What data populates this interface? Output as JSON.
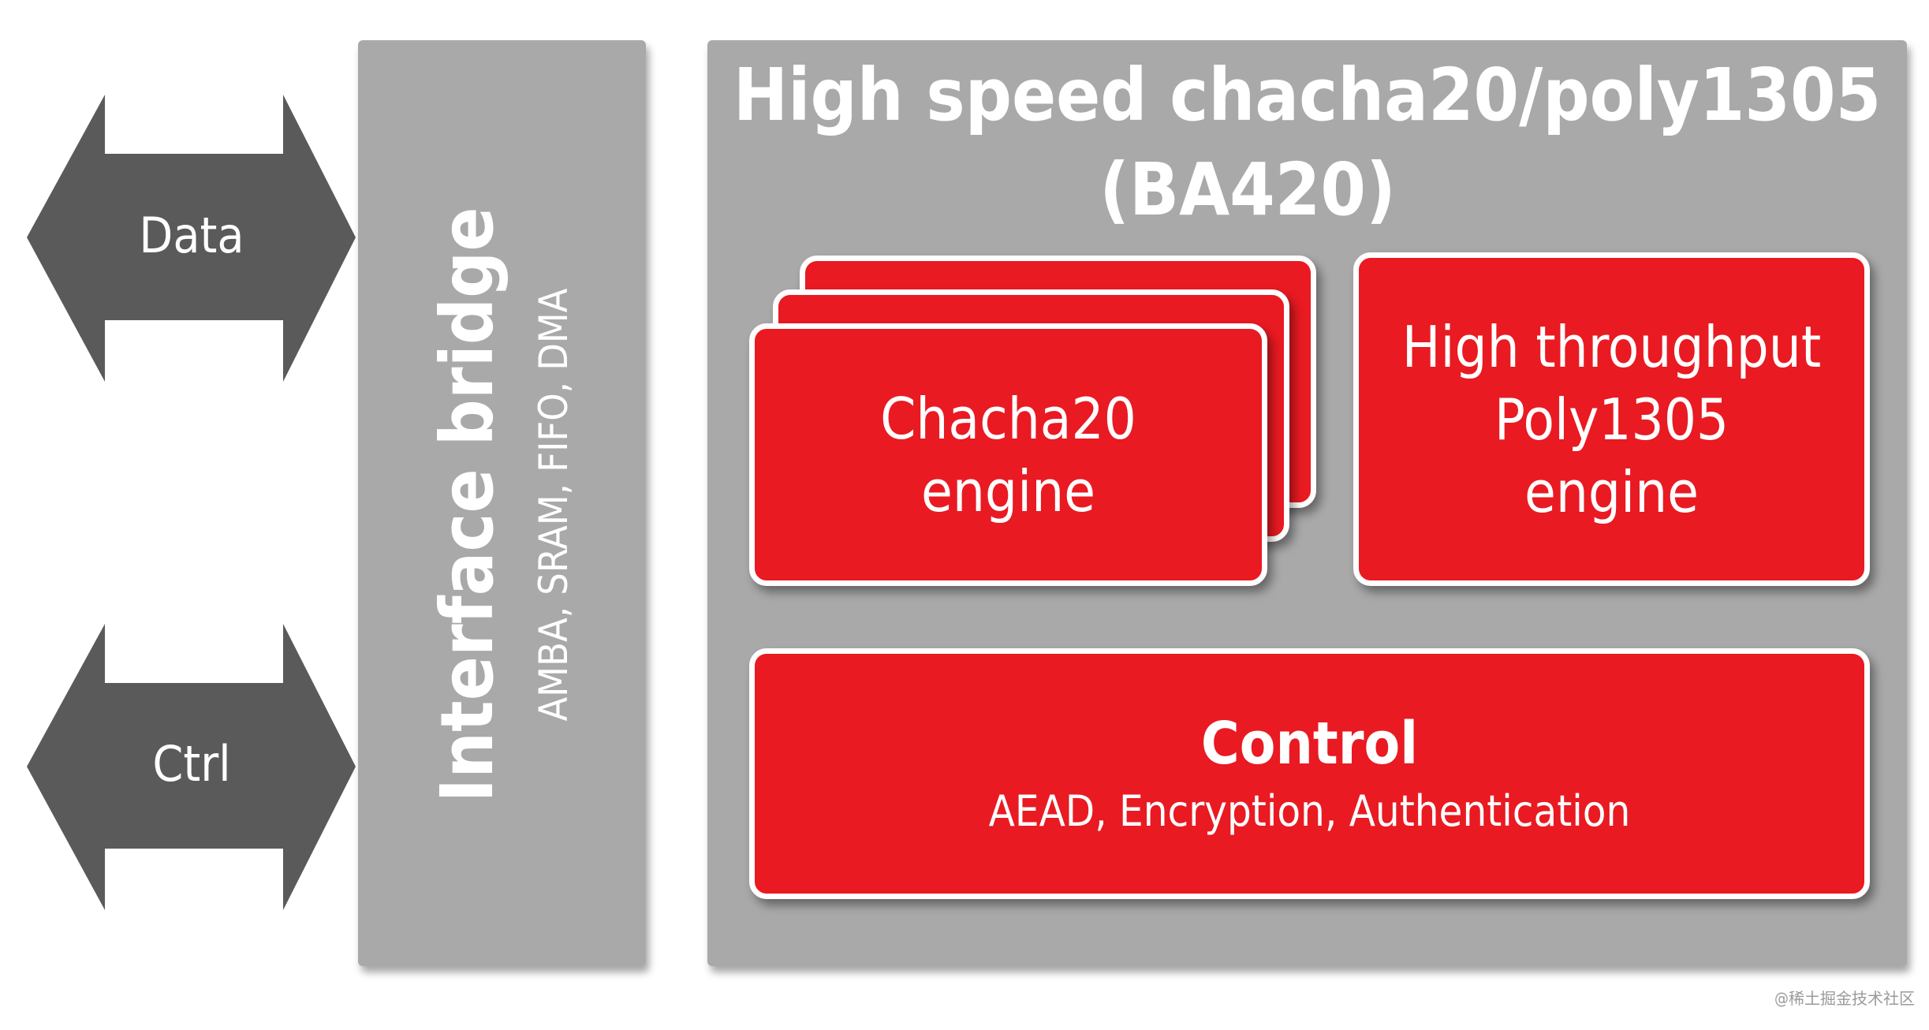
{
  "arrows": {
    "data_label": "Data",
    "ctrl_label": "Ctrl",
    "color": "#5a5a5a"
  },
  "interface_bridge": {
    "title": "Interface bridge",
    "subtitle": "AMBA, SRAM, FIFO, DMA"
  },
  "main": {
    "title_line1": "High speed chacha20/poly1305",
    "title_line2": "(BA420)",
    "chacha": {
      "line1": "Chacha20",
      "line2": "engine"
    },
    "poly": {
      "line1": "High throughput",
      "line2": "Poly1305",
      "line3": "engine"
    },
    "control": {
      "title": "Control",
      "subtitle": "AEAD, Encryption, Authentication"
    }
  },
  "colors": {
    "accent_red": "#e91a22",
    "panel_gray": "#a9a9a9",
    "arrow_gray": "#5a5a5a"
  },
  "watermark": "@稀土掘金技术社区"
}
